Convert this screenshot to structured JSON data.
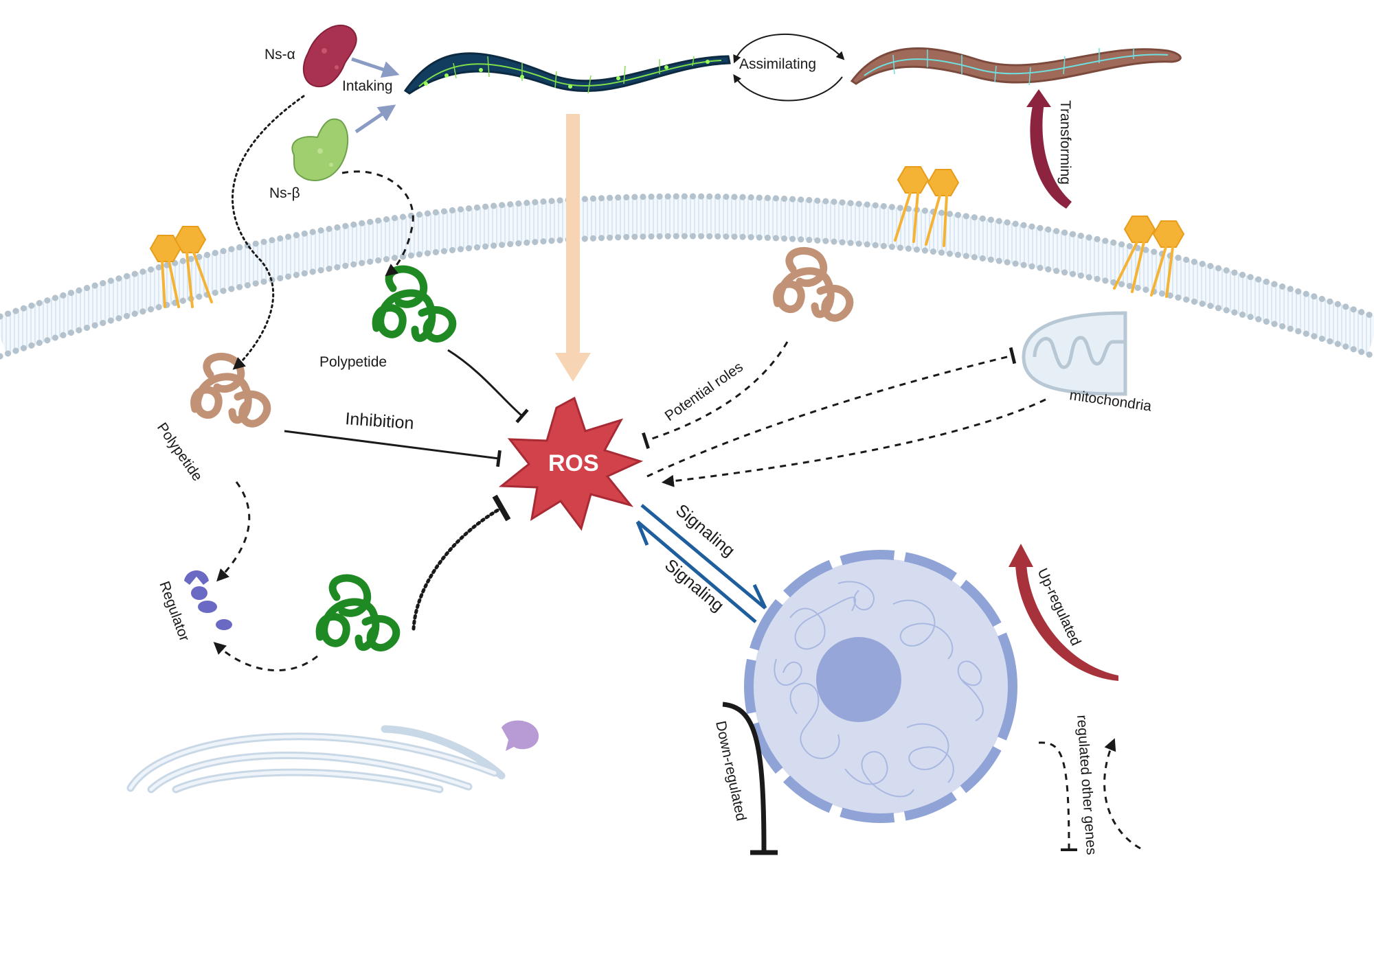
{
  "labels": {
    "ns_alpha": "Ns-α",
    "ns_beta": "Ns-β",
    "intaking": "Intaking",
    "assimilating": "Assimilating",
    "transforming": "Transforming",
    "polypetide_green": "Polypetide",
    "polypetide_brown": "Polypetide",
    "inhibition": "Inhibition",
    "potential_roles": "Potential roles",
    "mitochondria": "mitochondria",
    "ros": "ROS",
    "signaling_upper": "Signaling",
    "signaling_lower": "Signaling",
    "regulator": "Regulator",
    "up_regulated": "Up-regulated",
    "down_regulated": "Down-regulated",
    "regulated_other_genes": "regulated other genes"
  },
  "colors": {
    "ns_alpha": "#a83250",
    "ns_beta": "#9fcf6e",
    "worm_blue": "#123d5e",
    "worm_brown": "#a06a5a",
    "membrane_dots": "#b3c2cc",
    "membrane_tails": "#dce9f3",
    "receptor": "#f5b335",
    "polypeptide_green": "#1f8a24",
    "polypeptide_brown": "#c29276",
    "ros_fill": "#d2424b",
    "signaling_arrow": "#1f5e9c",
    "nucleus": "#d6dcf0",
    "nucleus_rim": "#8fa3d6",
    "nucleolus": "#97a6d8",
    "up_arrow": "#a8323b",
    "transforming_arrow": "#8c2440",
    "regulator": "#6a6ac4",
    "intake_arrow": "#8a9bc4"
  }
}
